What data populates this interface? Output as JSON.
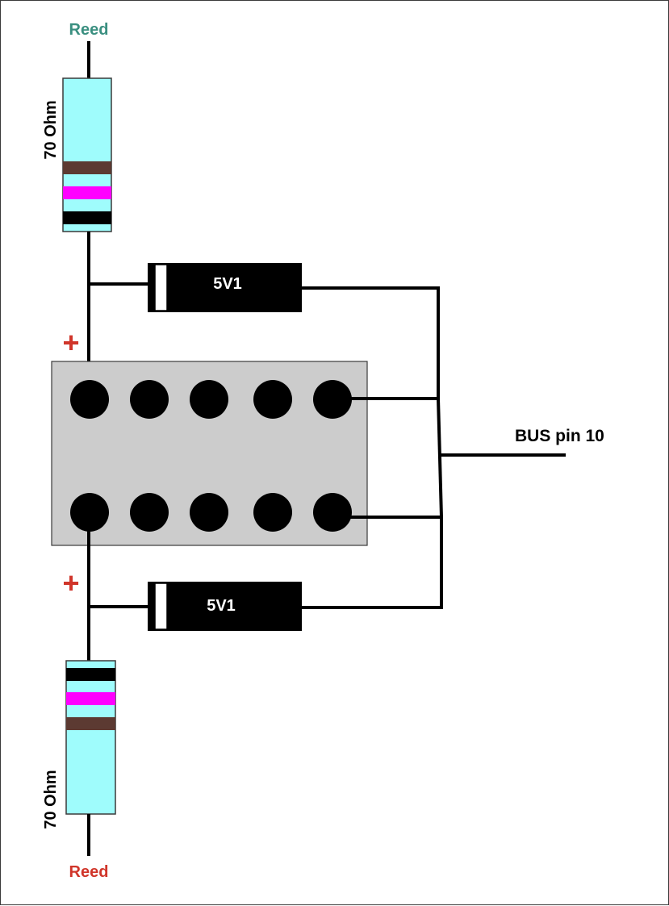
{
  "labels": {
    "reed_top": "Reed",
    "reed_bottom": "Reed",
    "resistor_top": "70 Ohm",
    "resistor_bottom": "70 Ohm",
    "diode_top": "5V1",
    "diode_bottom": "5V1",
    "plus_top": "+",
    "plus_bottom": "+",
    "bus": "BUS pin 10"
  },
  "colors": {
    "reed_top": "#3a8f80",
    "reed_bottom": "#d0352a",
    "plus": "#d0352a",
    "resistor_body": "#9ffcfc",
    "band_brown": "#5c3a32",
    "band_magenta": "#ff00ff",
    "band_black": "#000000",
    "diode_body": "#000000",
    "diode_band": "#ffffff",
    "connector_body": "#cccccc",
    "pin": "#000000"
  },
  "connector": {
    "rows": 2,
    "pins_per_row": 5
  },
  "resistor_bands": [
    "brown",
    "magenta",
    "black"
  ]
}
